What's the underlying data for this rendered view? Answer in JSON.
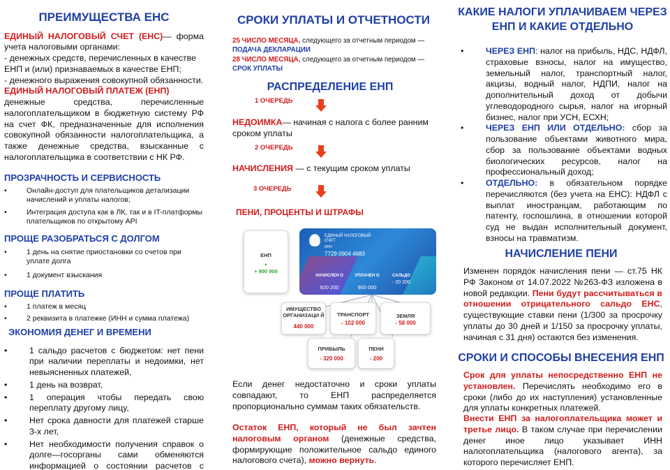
{
  "col1": {
    "title": "ПРЕИМУЩЕСТВА ЕНС",
    "ens_term": "ЕДИНЫЙ НАЛОГОВЫЙ СЧЕТ (ЕНС)",
    "ens_def": "— форма учета налоговыми органами:",
    "ens_items": [
      "- денежных средств, перечисленных в качестве ЕНП и (или) признаваемых в качестве ЕНП;",
      "- денежного выражения совокупной обязанности."
    ],
    "enp_term": "ЕДИНЫЙ НАЛОГОВЫЙ ПЛАТЕЖ (ЕНП)",
    "enp_def": "денежные средства, перечисленные налогоплательщиком в бюджетную систему РФ на счет ФК, предназначенные для исполнения совокупной обязанности налогоплательщика, а также денежные средства, взысканные с налогоплательщика в соответствии с НК РФ.",
    "s1_title": "ПРОЗРАЧНОСТЬ И СЕРВИСНОСТЬ",
    "s1_items": [
      "Онлайн-доступ для плательщиков детализации начислений и уплаты налогов;",
      "Интеграция доступа как в ЛК, так и в IT-платформы плательщиков по открытому API"
    ],
    "s2_title": "ПРОЩЕ РАЗОБРАТЬСЯ С ДОЛГОМ",
    "s2_items": [
      "1 день на снятие приостановки со счетов при уплате долга",
      "1 документ взыскания"
    ],
    "s3_title": "ПРОЩЕ ПЛАТИТЬ",
    "s3_items": [
      "1 платеж в месяц",
      "2 реквизита в платежке (ИНН и сумма платежа)"
    ],
    "s4_title": "ЭКОНОМИЯ ДЕНЕГ И ВРЕМЕНИ",
    "s4_items": [
      "1 сальдо расчетов с бюджетом: нет пени при наличии переплаты и недоимки, нет невыясненных платежей,",
      "1 день на возврат,",
      "1 операция чтобы передать свою переплату другому лицу,",
      "Нет срока давности для платежей старше 3-х лет,",
      "Нет необходимости получения справок о долге—госорганы сами обменяются информацией о состоянии расчетов с бюджетом."
    ]
  },
  "col2": {
    "title": "СРОКИ УПЛАТЫ И ОТЧЕТНОСТИ",
    "d1_red": "25 ЧИСЛО МЕСЯЦА,",
    "d1_rest": " следующего за отчетным периодом —",
    "d1_blue": "ПОДАЧА ДЕКЛАРАЦИИ",
    "d2_red": "28 ЧИСЛО МЕСЯЦА,",
    "d2_rest": " следующего за отчетным периодом —",
    "d2_blue": "СРОК УПЛАТЫ",
    "dist_title": "РАСПРЕДЕЛЕНИЕ ЕНП",
    "q1": "1 ОЧЕРЕДЬ",
    "q1_red": "НЕДОИМКА",
    "q1_text": "— начиная с налога с более ранним сроком уплаты",
    "q2": "2 ОЧЕРЕДЬ",
    "q2_red": "НАЧИСЛЕНИЯ",
    "q2_text": " — с текущим сроком уплаты",
    "q3": "3 ОЧЕРЕДЬ",
    "q3_red": "ПЕНИ, ПРОЦЕНТЫ И ШТРАФЫ",
    "card": {
      "enp_label": "ЕНП",
      "enp_value": "+ 900 000",
      "title": "ЕДИНЫЙ НАЛОГОВЫЙ СЧЕТ",
      "inn_label": "ИНН",
      "inn": "7729 0904 4683",
      "c1_label": "НАЧИСЛЕН О",
      "c1_value": "920 200",
      "c2_label": "УПЛАЧЕН О",
      "c2_value": "900 000",
      "c3_label": "САЛЬДО",
      "c3_value": "- 20 200"
    },
    "boxes": [
      {
        "label": "ИМУЩЕСТВО ОРГАНИЗАЦИ Й",
        "value": "440 000"
      },
      {
        "label": "ТРАНСПОРТ",
        "value": "- 102 000"
      },
      {
        "label": "ЗЕМЛЯ",
        "value": "- 58 000"
      },
      {
        "label": "ПРИБЫЛЬ",
        "value": "- 320 000"
      },
      {
        "label": "ПЕНИ",
        "value": "- 200"
      }
    ],
    "p1": "Если денег недостаточно и сроки уплаты совпадают, то ЕНП распределяется пропорционально суммам таких обязательств.",
    "p2_red": "Остаток ЕНП, который не был зачтен налоговым органом",
    "p2_text": " (денежные средства, формирующие положительное сальдо единого налогового счета), ",
    "p2_red2": "можно вернуть",
    "p2_end": "."
  },
  "col3": {
    "title": "КАКИЕ НАЛОГИ УПЛАЧИВАЕМ ЧЕРЕЗ ЕНП И КАКИЕ ОТДЕЛЬНО",
    "i1_blue": "ЧЕРЕЗ ЕНП",
    "i1_text": ": налог на прибыль, НДС, НДФЛ, страховые взносы, налог на имущество, земельный налог, транспортный налог, акцизы, водный налог, НДПИ, налог на дополнительный доход от добычи углеводородного сырья, налог на игорный бизнес, налог при УСН, ЕСХН;",
    "i2_blue": "ЧЕРЕЗ ЕНП ИЛИ ОТДЕЛЬНО:",
    "i2_text": " сбор за пользование объектами животного мира, сбор за пользование объектами водных биологических ресурсов, налог на профессиональный доход;",
    "i3_blue": "ОТДЕЛЬНО:",
    "i3_text": " в обязательном порядке перечисляются (без учета на ЕНС): НДФЛ с выплат иностранцам, работающим по патенту, госпошлина, в отношении которой суд не выдан исполнительный документ, взносы на травматизм.",
    "peni_title": "НАЧИСЛЕНИЕ ПЕНИ",
    "peni_text1": "Изменен порядок начисления пени — ст.75 НК РФ Законом от 14.07.2022 №263-ФЗ изложена в новой редакции. ",
    "peni_red": "Пени будут рассчитываться в отношении отрицательного сальдо ЕНС",
    "peni_text2": ", существующие ставки пени (1/300 за просрочку уплаты до 30 дней и 1/150 за просрочку уплаты, начиная с 31 дня) остаются без изменения.",
    "srok_title": "СРОКИ И СПОСОБЫ ВНЕСЕНИЯ ЕНП",
    "srok_red1": "Срок для уплаты непосредственно ЕНП не установлен.",
    "srok_text1": " Перечислять необходимо его в сроки (либо до их наступления) установленные для уплаты конкретных платежей.",
    "srok_red2": "Внести ЕНП за налогоплательщика может и третье лицо.",
    "srok_text2": " В таком случае при перечислении денег иное лицо указывает ИНН налогоплательщика (налогового агента), за которого перечисляет ЕНП."
  }
}
